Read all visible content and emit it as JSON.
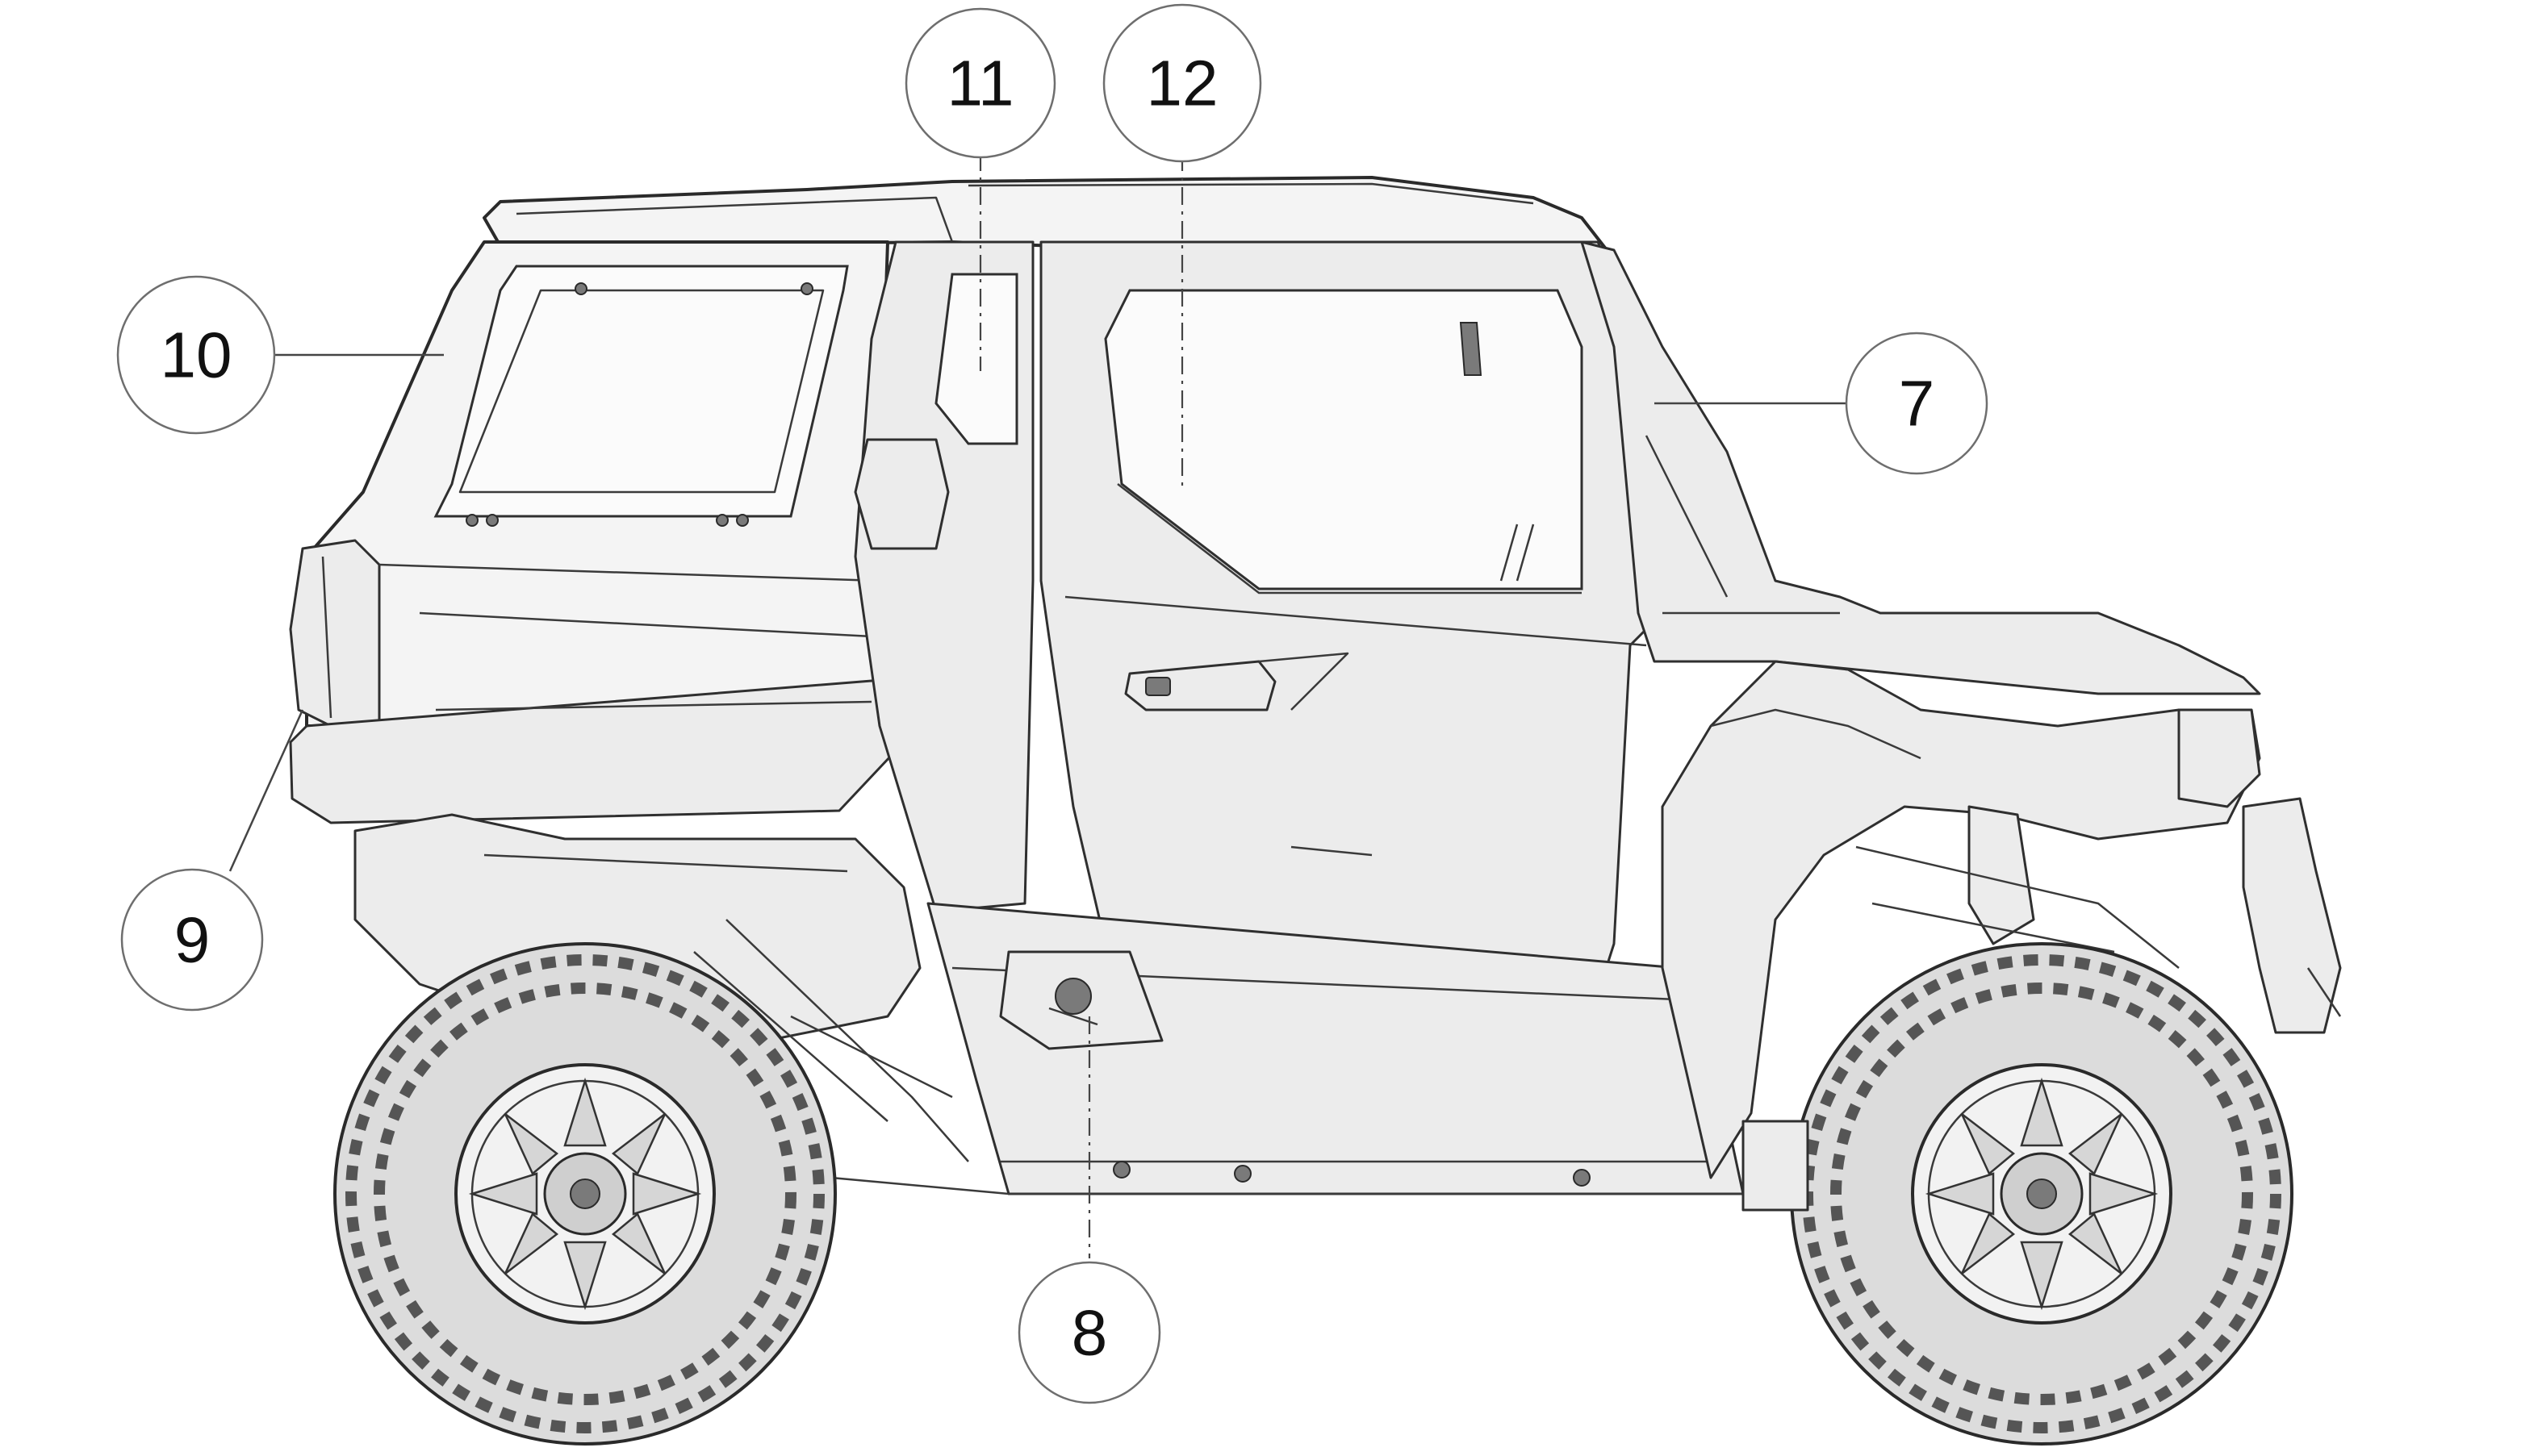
{
  "callouts": [
    {
      "id": "7",
      "label": "7"
    },
    {
      "id": "8",
      "label": "8"
    },
    {
      "id": "9",
      "label": "9"
    },
    {
      "id": "10",
      "label": "10"
    },
    {
      "id": "11",
      "label": "11"
    },
    {
      "id": "12",
      "label": "12"
    }
  ],
  "colors": {
    "background": "#ffffff",
    "line": "#2a2a2a",
    "body_fill": "#f4f4f4",
    "circle_stroke": "#6e6e6e"
  }
}
